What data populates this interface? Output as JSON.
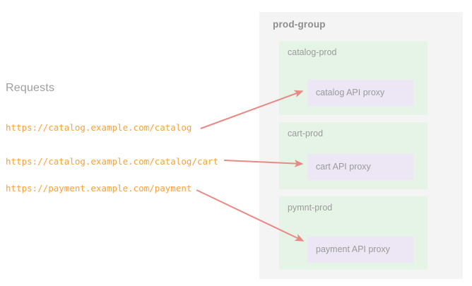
{
  "diagram": {
    "left_column": {
      "heading": "Requests",
      "requests": [
        {
          "url": "https://catalog.example.com/catalog"
        },
        {
          "url": "https://catalog.example.com/catalog/cart"
        },
        {
          "url": "https://payment.example.com/payment"
        }
      ]
    },
    "group": {
      "title": "prod-group",
      "environments": [
        {
          "name": "catalog-prod",
          "proxy": "catalog API proxy"
        },
        {
          "name": "cart-prod",
          "proxy": "cart API proxy"
        },
        {
          "name": "pymnt-prod",
          "proxy": "payment API proxy"
        }
      ]
    },
    "connections": [
      {
        "from": "https://catalog.example.com/catalog",
        "to": "catalog API proxy"
      },
      {
        "from": "https://catalog.example.com/catalog/cart",
        "to": "cart API proxy"
      },
      {
        "from": "https://payment.example.com/payment",
        "to": "payment API proxy"
      }
    ],
    "colors": {
      "background": "#ffffff",
      "group_panel": "#f4f4f4",
      "environment_panel": "#e6f4e7",
      "proxy_box": "#ede6f5",
      "url_text": "#f8a13c",
      "label_text": "#9a9a9a",
      "heading_text": "#9e9e9e",
      "arrow": "#e88a84"
    }
  }
}
